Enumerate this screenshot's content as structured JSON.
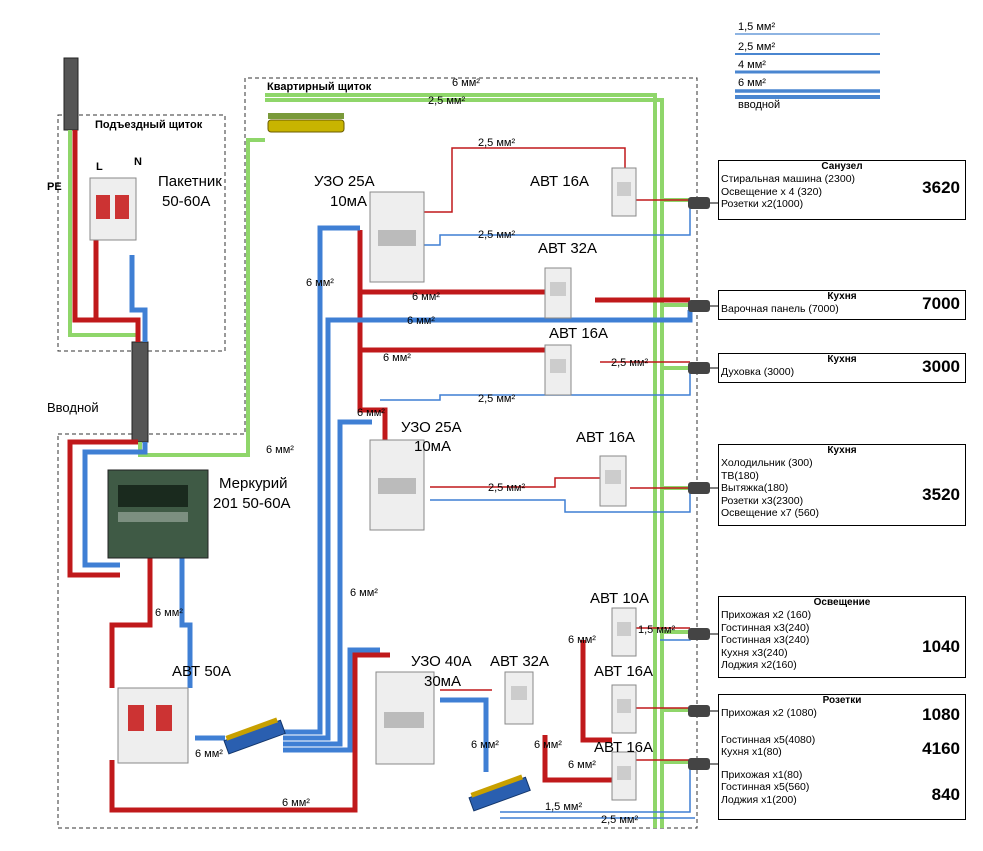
{
  "legend": [
    {
      "label": "1,5 мм²",
      "color": "#4a86d0"
    },
    {
      "label": "2,5 мм²",
      "color": "#4a86d0"
    },
    {
      "label": "4 мм²",
      "color": "#4a86d0"
    },
    {
      "label": "6 мм²",
      "color": "#4a86d0"
    },
    {
      "label": "вводной",
      "color": "#4a86d0"
    }
  ],
  "labels": {
    "stairwell_box": "Подъездный щиток",
    "apartment_box": "Квартирный щиток",
    "pe": "PE",
    "l": "L",
    "n": "N",
    "switch": "Пакетник\n50-60А",
    "switch_l1": "Пакетник",
    "switch_l2": "50-60А",
    "input": "Вводной",
    "meter_l1": "Меркурий",
    "meter_l2": "201 50-60А",
    "avt50": "АВТ 50А",
    "uzo1_l1": "УЗО 25А",
    "uzo1_l2": "10мА",
    "uzo2_l1": "УЗО 25А",
    "uzo2_l2": "10мА",
    "uzo3_l1": "УЗО 40А",
    "uzo3_l2": "30мА",
    "avt16_a": "АВТ 16А",
    "avt32_a": "АВТ 32А",
    "avt16_b": "АВТ 16А",
    "avt16_c": "АВТ 16А",
    "avt10": "АВТ 10А",
    "avt32_b": "АВТ 32А",
    "avt16_d": "АВТ 16А",
    "avt16_e": "АВТ 16А"
  },
  "wire_labels": {
    "top_6": "6 мм²",
    "top_25": "2,5 мм²",
    "w_25_a": "2,5 мм²",
    "w_25_b": "2,5 мм²",
    "w_6_a": "6 мм²",
    "w_6_b": "6 мм²",
    "w_6_c": "6 мм²",
    "w_6_d": "6 мм²",
    "w_25_c": "2,5 мм²",
    "w_25_d": "2,5 мм²",
    "w_6_e": "6 мм²",
    "w_6_f": "6 мм²",
    "w_25_e": "2,5 мм²",
    "w_6_g": "6 мм²",
    "w_6_h": "6 мм²",
    "w_6_i": "6 мм²",
    "w_15_a": "1,5 мм²",
    "w_6_j": "6 мм²",
    "w_6_k": "6 мм²",
    "w_6_l": "6 мм²",
    "w_15_b": "1,5 мм²",
    "w_25_f": "2,5 мм²",
    "w_6_m": "6 мм²"
  },
  "panels": [
    {
      "title": "Санузел",
      "lines": [
        "Стиральная машина (2300)",
        "Освещение х 4 (320)",
        "Розетки х2(1000)"
      ],
      "total": "3620"
    },
    {
      "title": "Кухня",
      "lines": [
        "Варочная панель (7000)"
      ],
      "total": "7000"
    },
    {
      "title": "Кухня",
      "lines": [
        "Духовка (3000)"
      ],
      "total": "3000"
    },
    {
      "title": "Кухня",
      "lines": [
        "Холодильник (300)",
        "ТВ(180)",
        "Вытяжка(180)",
        "Розетки х3(2300)",
        "Освещение х7 (560)"
      ],
      "total": "3520"
    },
    {
      "title": "Освещение",
      "lines": [
        "Прихожая х2 (160)",
        "Гостинная х3(240)",
        "Гостинная х3(240)",
        "Кухня х3(240)",
        "Лоджия х2(160)"
      ],
      "total": "1040"
    },
    {
      "title": "Розетки",
      "lines": [
        "Прихожая х2 (1080)"
      ],
      "total": "1080"
    },
    {
      "title": "",
      "lines": [
        "Гостинная х5(4080)",
        "Кухня х1(80)"
      ],
      "total": "4160"
    },
    {
      "title": "",
      "lines": [
        "Прихожая х1(80)",
        "Гостинная х5(560)",
        "Лоджия х1(200)"
      ],
      "total": "840"
    }
  ],
  "colors": {
    "phase": "#c0191b",
    "neutral": "#3f7fd4",
    "earth": "#8fd66a",
    "cable": "#555555"
  }
}
